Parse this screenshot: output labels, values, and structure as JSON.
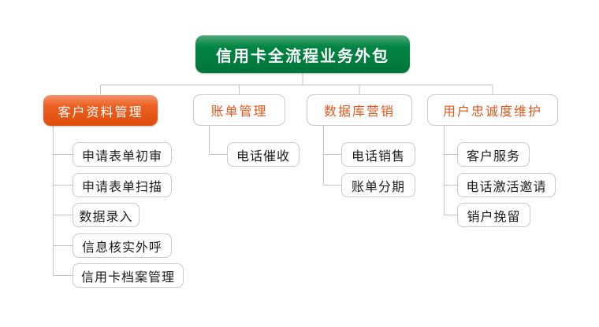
{
  "diagram": {
    "root": {
      "label": "信用卡全流程业务外包"
    },
    "branches": [
      {
        "label": "客户资料管理",
        "style": "filled-orange",
        "children": [
          "申请表单初审",
          "申请表单扫描",
          "数据录入",
          "信息核实外呼",
          "信用卡档案管理"
        ]
      },
      {
        "label": "账单管理",
        "style": "outline",
        "children": [
          "电话催收"
        ]
      },
      {
        "label": "数据库营销",
        "style": "outline",
        "children": [
          "电话销售",
          "账单分期"
        ]
      },
      {
        "label": "用户忠诚度维护",
        "style": "outline",
        "children": [
          "客户服务",
          "电话激活邀请",
          "销户挽留"
        ]
      }
    ],
    "colors": {
      "root_green": "#018544",
      "branch_orange": "#eb6022",
      "accent_text_orange": "#e1571c",
      "leaf_border": "#c8c8c8",
      "connector_line": "#c4c4c4"
    }
  }
}
